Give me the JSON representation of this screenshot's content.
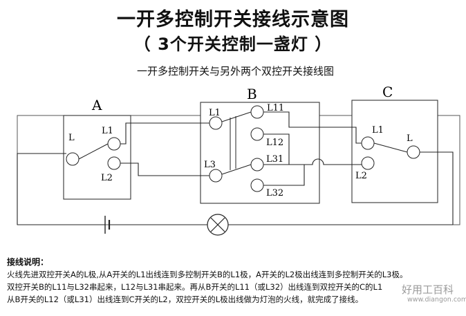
{
  "title_line1": "一开多控制开关接线示意图",
  "title_line2": "（ 3个开关控制一盏灯 ）",
  "subtitle": "一开多控制开关与另外两个双控开关接线图",
  "switch_a": {
    "name": "A",
    "terminals": [
      "L",
      "L1",
      "L2"
    ]
  },
  "switch_b": {
    "name": "B",
    "terminals": [
      "L1",
      "L11",
      "L12",
      "L3",
      "L31",
      "L32"
    ]
  },
  "switch_c": {
    "name": "C",
    "terminals": [
      "L1",
      "L",
      "L2"
    ]
  },
  "description": {
    "heading": "接线说明：",
    "lines": [
      "火线先进双控开关A的L极,从A开关的L1出线连到多控制开关B的L1极，A开关的L2极出线连到多控制开关的L3极。",
      "双控开关B的L11与L32串起来，L12与L31串起来。再从B开关的L11（或L32）出线连到双控开关的C的L1",
      "从B开关的L12（或L31）出线连到C开关的L2，双控开关的L极出线做为灯泡的火线，就完成了接线。"
    ]
  },
  "watermark": {
    "text": "好用工百科",
    "url": "www.diangon.com"
  }
}
